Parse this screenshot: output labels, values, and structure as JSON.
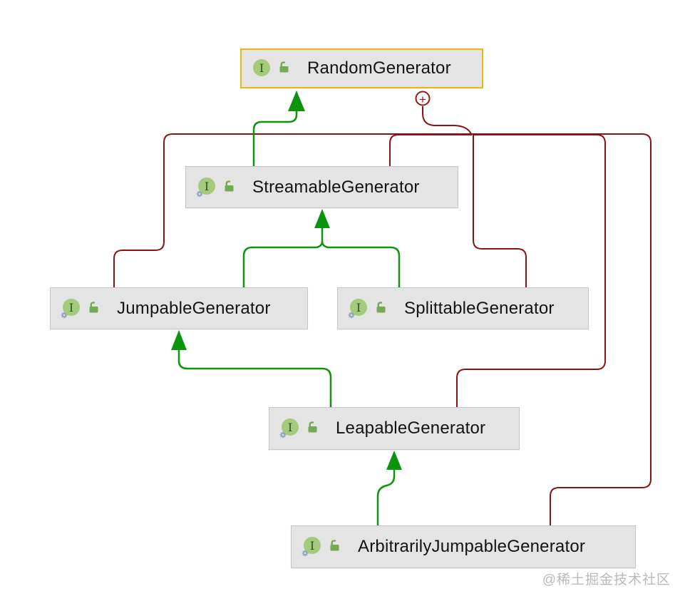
{
  "diagram": {
    "kind": "uml-interface-hierarchy",
    "nodes": [
      {
        "label": "RandomGenerator",
        "type": "interface",
        "visibility": "public",
        "selected": true,
        "gear_badge": false
      },
      {
        "label": "StreamableGenerator",
        "type": "interface",
        "visibility": "public",
        "selected": false,
        "gear_badge": true
      },
      {
        "label": "JumpableGenerator",
        "type": "interface",
        "visibility": "public",
        "selected": false,
        "gear_badge": true
      },
      {
        "label": "SplittableGenerator",
        "type": "interface",
        "visibility": "public",
        "selected": false,
        "gear_badge": true
      },
      {
        "label": "LeapableGenerator",
        "type": "interface",
        "visibility": "public",
        "selected": false,
        "gear_badge": true
      },
      {
        "label": "ArbitrarilyJumpableGenerator",
        "type": "interface",
        "visibility": "public",
        "selected": false,
        "gear_badge": true
      }
    ],
    "edges_extends": [
      {
        "from": "StreamableGenerator",
        "to": "RandomGenerator"
      },
      {
        "from": "JumpableGenerator",
        "to": "StreamableGenerator"
      },
      {
        "from": "SplittableGenerator",
        "to": "StreamableGenerator"
      },
      {
        "from": "LeapableGenerator",
        "to": "JumpableGenerator"
      },
      {
        "from": "ArbitrarilyJumpableGenerator",
        "to": "LeapableGenerator"
      }
    ],
    "edges_dependency": [
      {
        "from": "JumpableGenerator",
        "to": "RandomGenerator"
      },
      {
        "from": "StreamableGenerator",
        "to": "RandomGenerator"
      },
      {
        "from": "SplittableGenerator",
        "to": "RandomGenerator"
      },
      {
        "from": "LeapableGenerator",
        "to": "RandomGenerator"
      },
      {
        "from": "ArbitrarilyJumpableGenerator",
        "to": "RandomGenerator"
      }
    ],
    "expander_symbol": "+"
  },
  "icons": {
    "interface_letter": "I"
  },
  "watermark": "@稀土掘金技术社区",
  "colors": {
    "extends_edge": "#0c940c",
    "dependency_edge": "#8e1212",
    "selection_border": "#ecb80a",
    "node_fill": "#e4e4e4",
    "node_border": "#c6c6c6",
    "interface_icon": "#a4ca7b",
    "lock_icon": "#76aa52"
  }
}
